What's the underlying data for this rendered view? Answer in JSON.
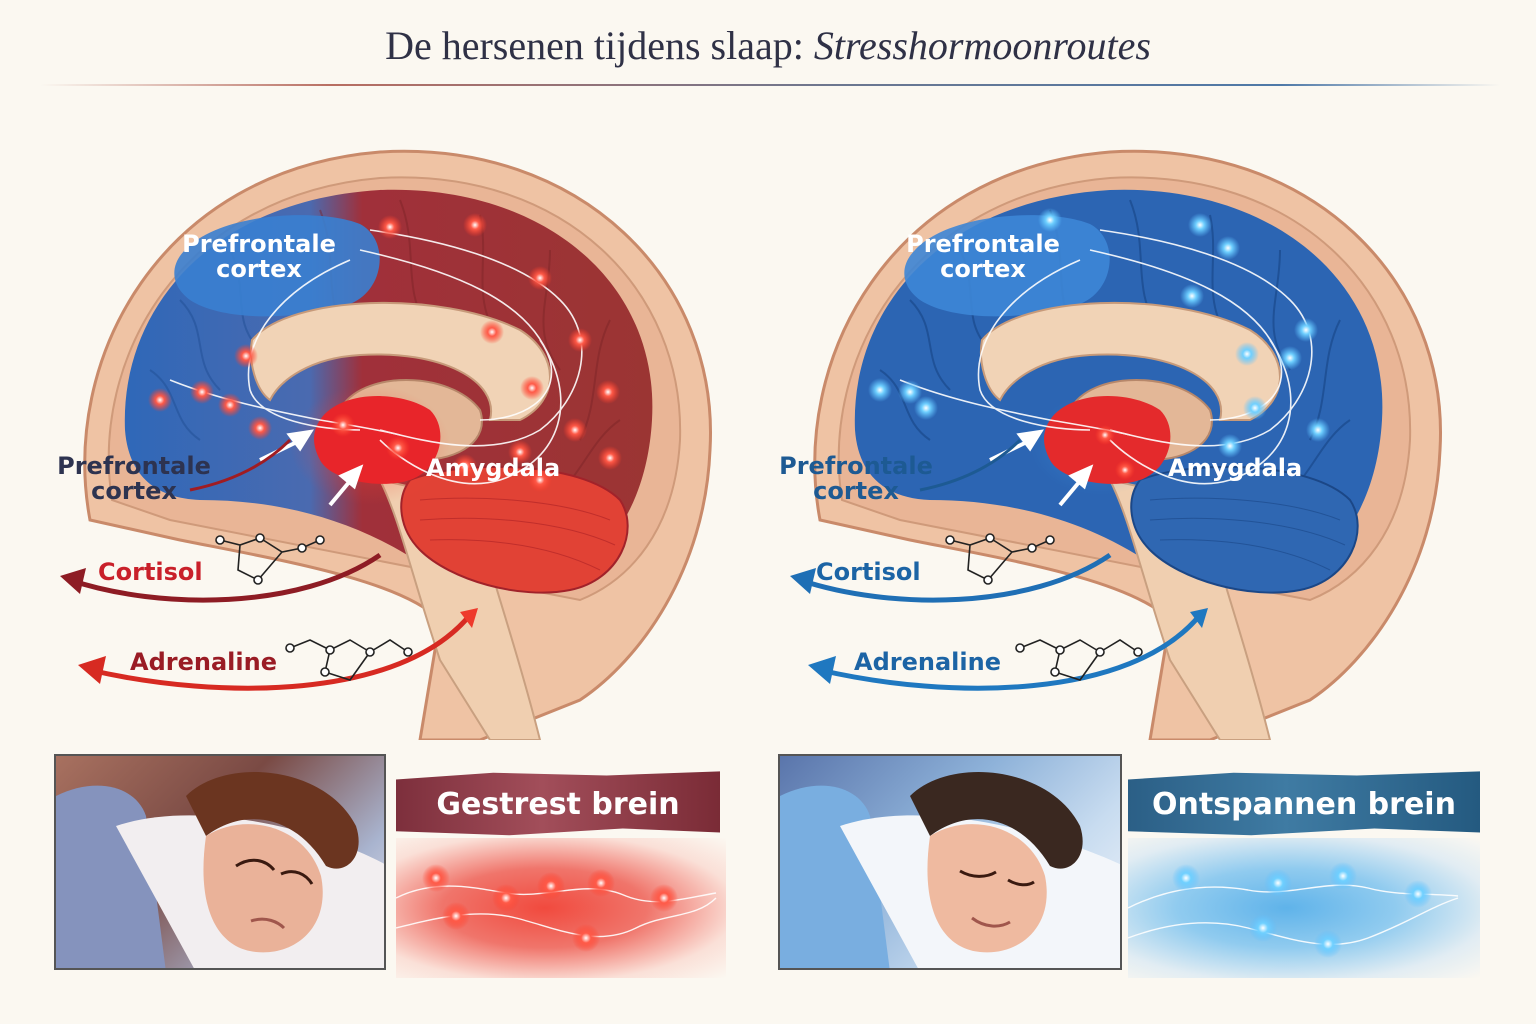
{
  "title": {
    "main": "De hersenen tijdens slaap:",
    "italic": "Stresshormoonroutes"
  },
  "colors": {
    "stressed_accent": "#d7261e",
    "stressed_dark": "#8e1c24",
    "relaxed_accent": "#1f6fb5",
    "relaxed_glow": "#5cc4ff",
    "banner_stressed": "#8a3642",
    "banner_relaxed": "#2e6a93",
    "background": "#fbf8f1"
  },
  "panels": {
    "stressed": {
      "pfc_label_inside": "Prefrontale cortex",
      "pfc_line1": "Prefrontale",
      "pfc_line2": "cortex",
      "amygdala_label": "Amygdala",
      "pfc_outside_line1": "Prefrontale",
      "pfc_outside_line2": "cortex",
      "hormone_1": "Cortisol",
      "hormone_2": "Adrenaline",
      "banner": "Gestrest brein",
      "photo_alt": "sleeping-woman-frowning"
    },
    "relaxed": {
      "pfc_line1": "Prefrontale",
      "pfc_line2": "cortex",
      "amygdala_label": "Amygdala",
      "pfc_outside_line1": "Prefrontale",
      "pfc_outside_line2": "cortex",
      "hormone_1": "Cortisol",
      "hormone_2": "Adrenaline",
      "banner": "Ontspannen brein",
      "photo_alt": "sleeping-woman-smiling"
    }
  }
}
